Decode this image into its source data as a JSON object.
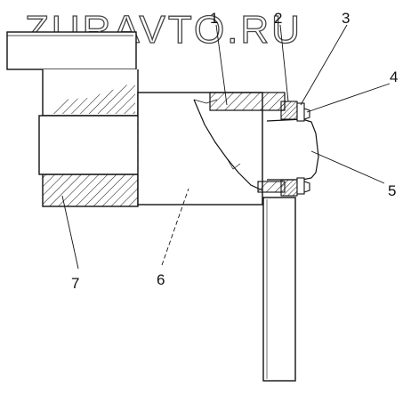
{
  "watermark": "ZURAVTO.RU",
  "callouts": {
    "c1": "1",
    "c2": "2",
    "c3": "3",
    "c4": "4",
    "c5": "5",
    "c6": "6",
    "c7": "7"
  },
  "colors": {
    "ink": "#111111",
    "paper": "#ffffff"
  }
}
